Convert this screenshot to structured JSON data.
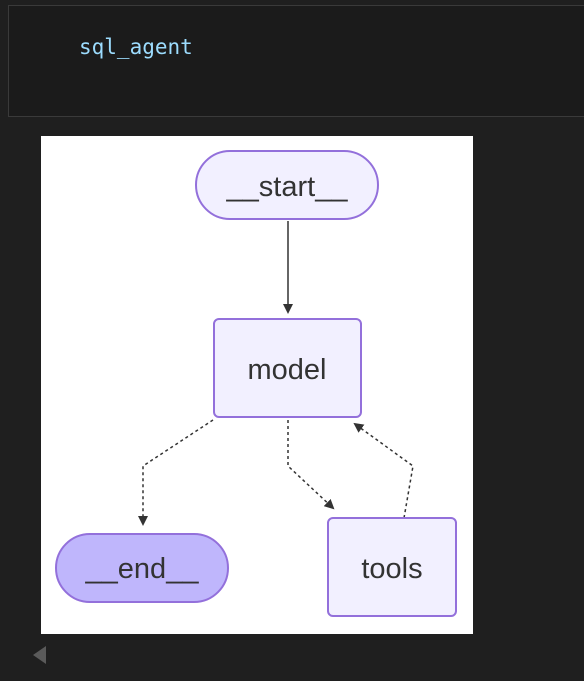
{
  "cell": {
    "code": "sql_agent"
  },
  "graph": {
    "nodes": {
      "start": "__start__",
      "model": "model",
      "end": "__end__",
      "tools": "tools"
    },
    "colors": {
      "node_fill": "#f2f0ff",
      "node_stroke": "#9370db",
      "end_fill": "#bfb6fc",
      "edge": "#333333"
    }
  },
  "icons": {
    "scroll": "scroll-left-arrow-icon"
  }
}
